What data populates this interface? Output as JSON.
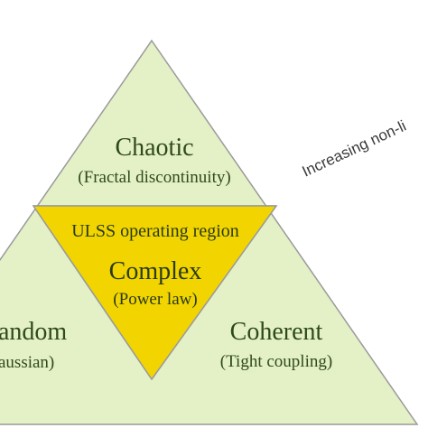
{
  "diagram": {
    "regions": {
      "top": {
        "title": "Chaotic",
        "subtitle": "(Fractal discontinuity)"
      },
      "center": {
        "header": "ULSS operating region",
        "title": "Complex",
        "subtitle": "(Power law)"
      },
      "left": {
        "title": "andom",
        "subtitle": "aussian)"
      },
      "right": {
        "title": "Coherent",
        "subtitle": "(Tight coupling)"
      }
    },
    "side_note": "Increasing non-li"
  },
  "colors": {
    "outer_fill": "#e4f0c6",
    "center_fill": "#f2d500",
    "outline": "#9a9a9a",
    "text": "#2e4a1c"
  }
}
